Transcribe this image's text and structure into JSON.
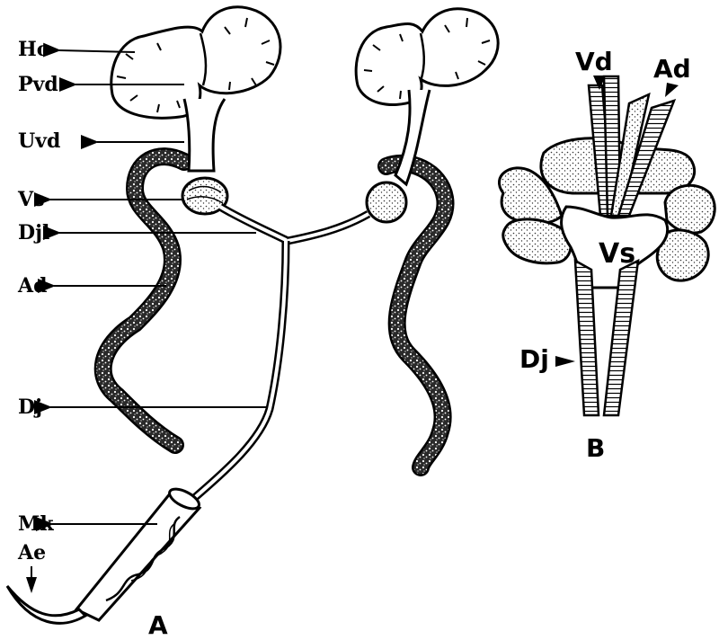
{
  "panel_a": {
    "letter": "A",
    "labels": {
      "ho": "Ho",
      "pvd": "Pvd",
      "uvd": "Uvd",
      "vs": "Vs",
      "djl": "Djl",
      "ad": "Ad",
      "dj": "Dj",
      "mk": "Mk",
      "ae": "Ae"
    }
  },
  "panel_b": {
    "letter": "B",
    "labels": {
      "vd": "Vd",
      "ad": "Ad",
      "vs": "Vs",
      "dj": "Dj"
    }
  },
  "colors": {
    "ink": "#000000",
    "paper": "#ffffff",
    "stipple": "#6f6f6f"
  }
}
